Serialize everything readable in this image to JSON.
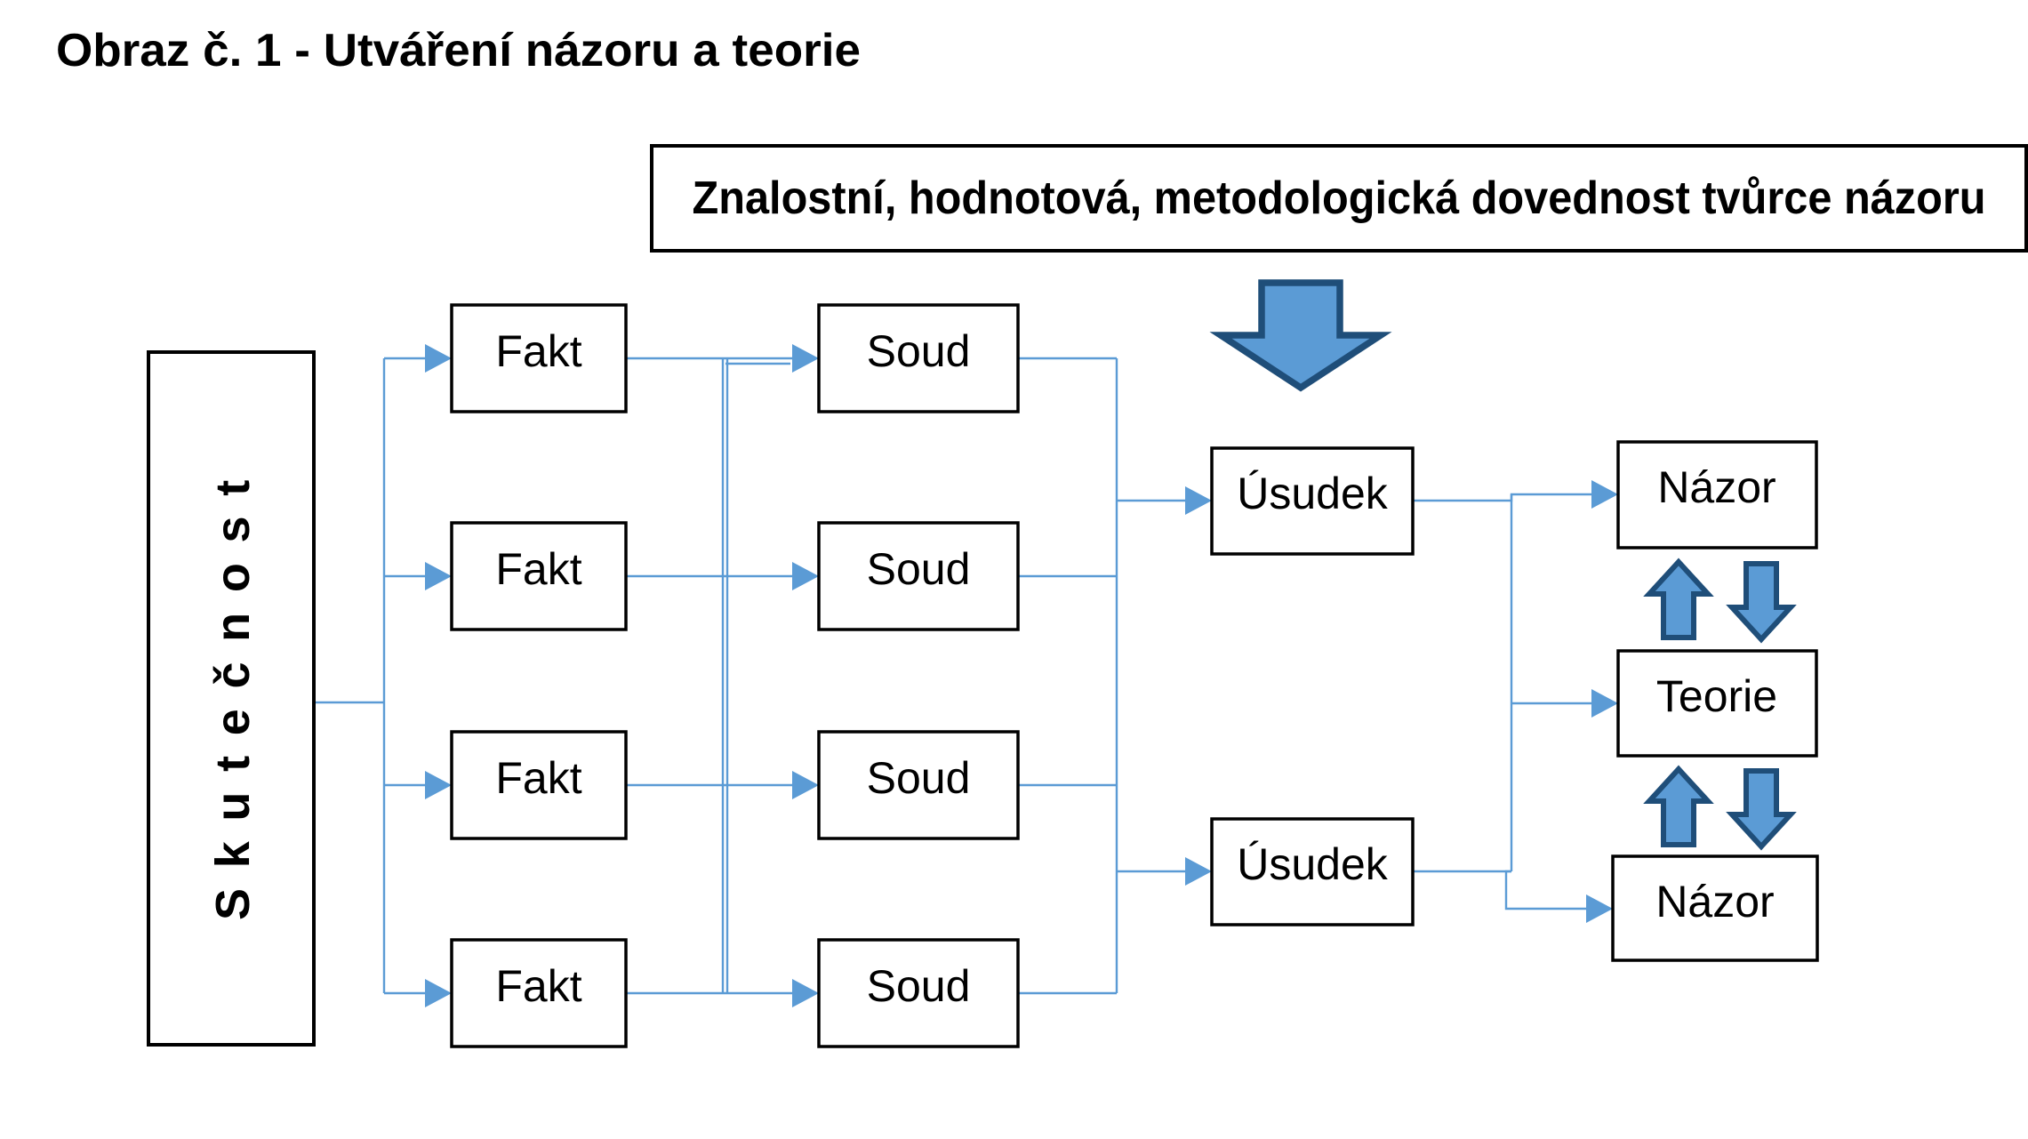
{
  "title": "Obraz č. 1 - Utváření názoru a teorie",
  "banner": {
    "text": "Znalostní, hodnotová, metodologická dovednost tvůrce názoru"
  },
  "nodes": {
    "skutecnost": "Skutečnost",
    "fakt": "Fakt",
    "soud": "Soud",
    "usudek": "Úsudek",
    "nazor": "Názor",
    "teorie": "Teorie"
  },
  "colors": {
    "connector": "#5B9BD5",
    "block_arrow_fill": "#5B9BD5",
    "block_arrow_stroke": "#1F4E79",
    "box_border": "#000000",
    "box_fill": "#FFFFFF",
    "text": "#000000",
    "background": "#FFFFFF"
  }
}
